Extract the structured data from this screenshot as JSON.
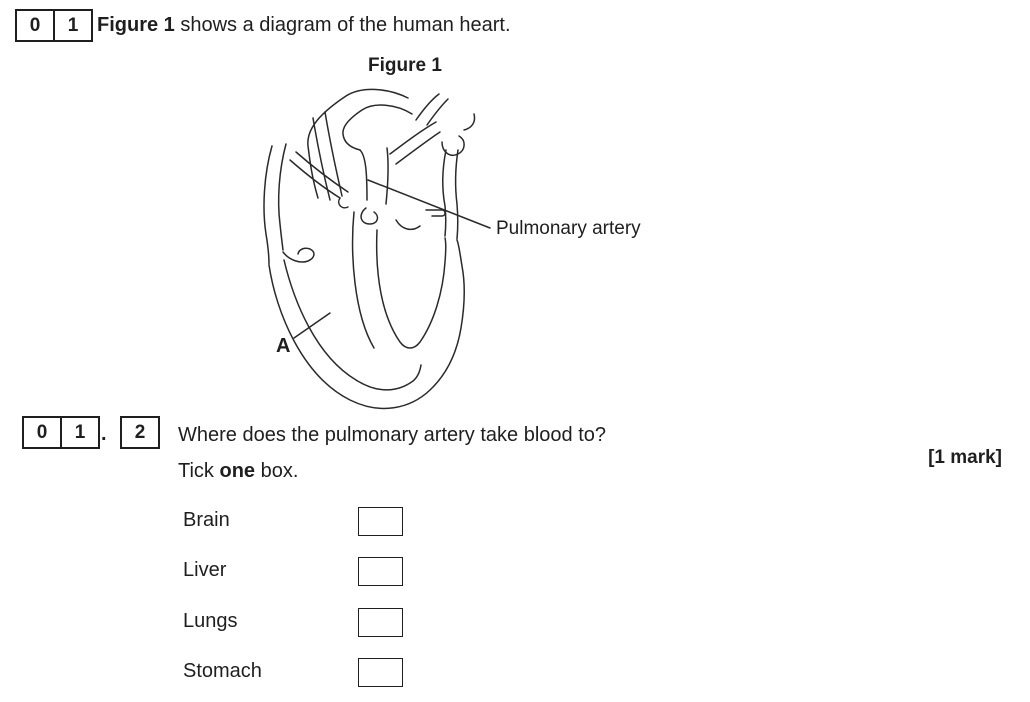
{
  "colors": {
    "ink": "#1f1f1f",
    "line": "#2a2a2a",
    "background": "#ffffff"
  },
  "question_header": {
    "number_boxes": [
      "0",
      "1"
    ],
    "intro_bold": "Figure 1",
    "intro_rest": " shows a diagram of the human heart."
  },
  "figure": {
    "title": "Figure 1",
    "pulmonary_artery_label": "Pulmonary artery",
    "part_label": "A"
  },
  "sub_question": {
    "number_boxes": [
      "0",
      "1"
    ],
    "separator": ".",
    "part_box": "2",
    "text": "Where does the pulmonary artery take blood to?",
    "marks": "[1 mark]",
    "instruction": {
      "prefix": "Tick ",
      "bold": "one",
      "suffix": " box."
    },
    "options": [
      {
        "label": "Brain"
      },
      {
        "label": "Liver"
      },
      {
        "label": "Lungs"
      },
      {
        "label": "Stomach"
      }
    ]
  }
}
